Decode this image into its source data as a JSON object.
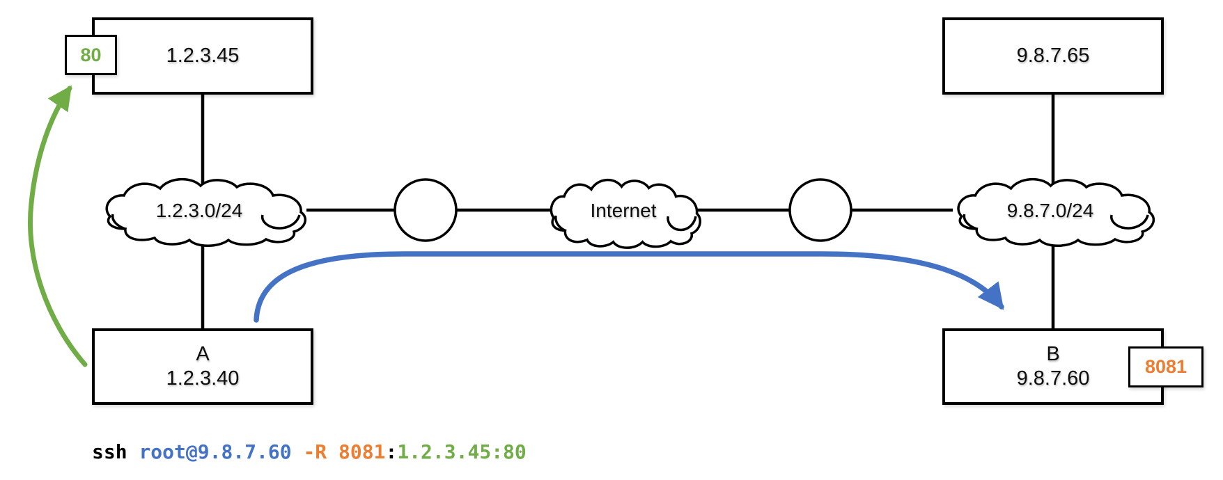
{
  "colors": {
    "green": "#70AD47",
    "blue": "#4472C4",
    "orange": "#ED7D31",
    "black": "#000000"
  },
  "diagram": {
    "top_left_server": {
      "ip": "1.2.3.45",
      "port_badge": "80"
    },
    "top_right_server": {
      "ip": "9.8.7.65"
    },
    "host_a": {
      "name": "A",
      "ip": "1.2.3.40"
    },
    "host_b": {
      "name": "B",
      "ip": "9.8.7.60",
      "port_badge": "8081"
    },
    "networks": {
      "left": "1.2.3.0/24",
      "middle": "Internet",
      "right": "9.8.7.0/24"
    }
  },
  "command": {
    "full": "ssh root@9.8.7.60 -R 8081:1.2.3.45:80",
    "parts": [
      {
        "text": "ssh",
        "color": "#000000"
      },
      {
        "text": " ",
        "color": "#000000"
      },
      {
        "text": "root@9.8.7.60",
        "color": "#4472C4"
      },
      {
        "text": " ",
        "color": "#000000"
      },
      {
        "text": "-R",
        "color": "#ED7D31"
      },
      {
        "text": " ",
        "color": "#000000"
      },
      {
        "text": "8081",
        "color": "#ED7D31"
      },
      {
        "text": ":",
        "color": "#000000"
      },
      {
        "text": "1.2.3.45:80",
        "color": "#70AD47"
      }
    ]
  }
}
